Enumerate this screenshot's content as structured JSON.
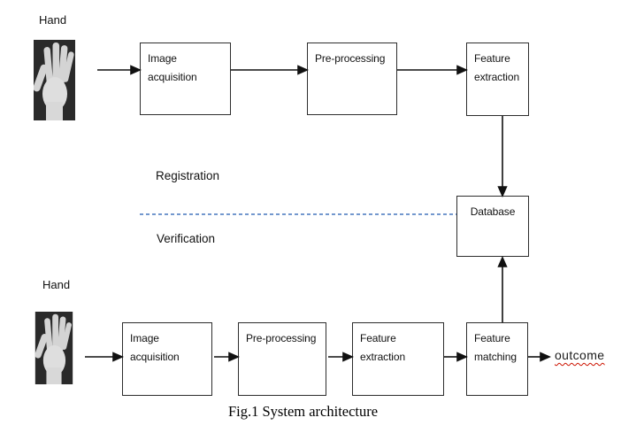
{
  "figure": {
    "caption": "Fig.1 System architecture"
  },
  "sections": {
    "registration_label": "Registration",
    "verification_label": "Verification"
  },
  "registration_flow": {
    "hand_label": "Hand",
    "boxes": [
      {
        "label": "Image acquisition"
      },
      {
        "label": "Pre-processing"
      },
      {
        "label": "Feature extraction"
      }
    ]
  },
  "verification_flow": {
    "hand_label": "Hand",
    "boxes": [
      {
        "label": "Image acquisition"
      },
      {
        "label": "Pre-processing"
      },
      {
        "label": "Feature extraction"
      },
      {
        "label": "Feature matching"
      }
    ],
    "outcome_label": "outcome"
  },
  "database": {
    "label": "Database"
  },
  "icons": {
    "hand_photo": "hand-photo"
  },
  "colors": {
    "divider_blue": "#4576bd",
    "arrow_black": "#111111",
    "box_border": "#2d2d2d",
    "spellcheck_red": "#cc1100",
    "hand_bg": "#2a2a2a",
    "hand_skin": "#d4d4d4"
  }
}
